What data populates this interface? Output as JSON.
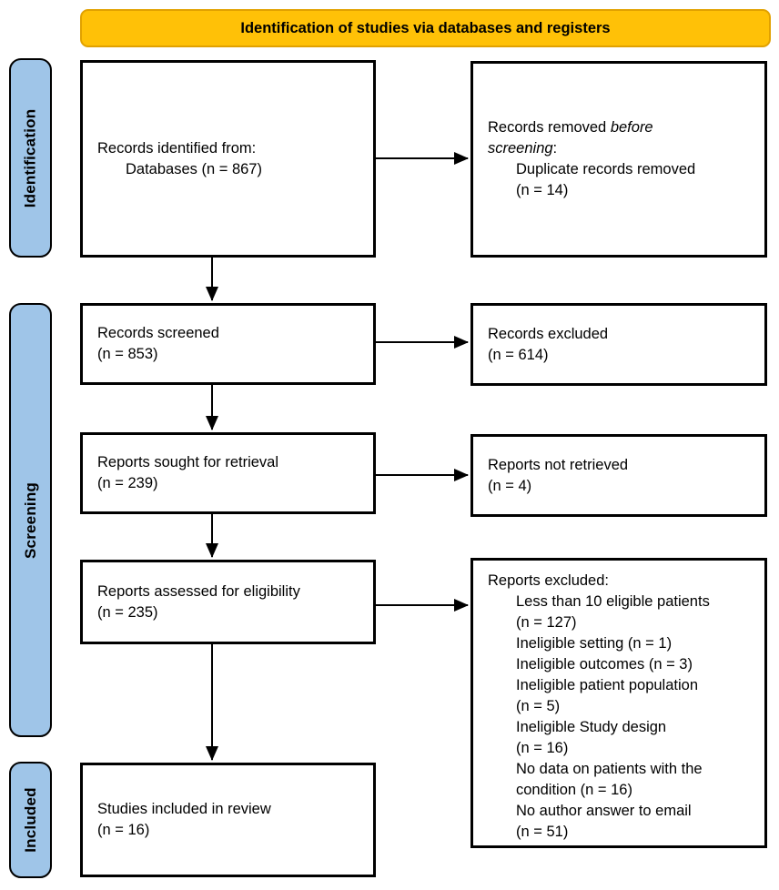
{
  "banner": {
    "label": "Identification of studies via databases and registers"
  },
  "colors": {
    "banner_fill": "#FFC107",
    "banner_border": "#E1A100",
    "sidebar_fill": "#9FC5E8",
    "line_color": "#000000"
  },
  "sidebar": {
    "identification": "Identification",
    "screening": "Screening",
    "included": "Included"
  },
  "boxes": {
    "records_identified": {
      "line1": "Records identified from:",
      "line2": "Databases (n = 867)"
    },
    "records_removed": {
      "l1_normal": "Records removed",
      "l1_italic": "before",
      "l2_italic": "screening",
      "l2_colon": ":",
      "item_line1": "Duplicate records removed",
      "item_line2": "(n = 14)"
    },
    "records_screened": {
      "line1": "Records screened",
      "line2": "(n = 853)"
    },
    "records_excluded": {
      "line1": "Records excluded",
      "line2": "(n = 614)"
    },
    "reports_sought": {
      "line1": "Reports sought for retrieval",
      "line2": "(n = 239)"
    },
    "reports_not_retrieved": {
      "line1": "Reports not retrieved",
      "line2": "(n = 4)"
    },
    "reports_assessed": {
      "line1": "Reports assessed for eligibility",
      "line2": "(n = 235)"
    },
    "reports_excluded": {
      "header": "Reports excluded:",
      "lines": [
        "Less than 10 eligible patients",
        "(n = 127)",
        "Ineligible setting (n = 1)",
        "Ineligible outcomes (n = 3)",
        "Ineligible patient population",
        "(n = 5)",
        "Ineligible Study design",
        "(n = 16)",
        "No data on patients with the",
        "condition (n = 16)",
        "No author answer to email",
        "(n = 51)"
      ]
    },
    "studies_included": {
      "line1": "Studies included in review",
      "line2": "(n = 16)"
    }
  }
}
